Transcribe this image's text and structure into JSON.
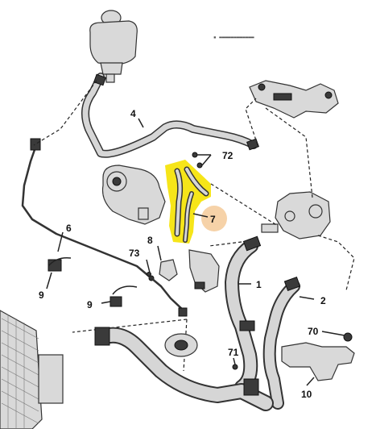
{
  "diagram": {
    "header_code": "▪ ▬▬▬▬▬▬▬▬▬▬▬▬",
    "highlight_colors": {
      "part": "#f5e200",
      "callout_circle": "#f6d2a8"
    },
    "callouts": [
      {
        "id": "1",
        "label": "1"
      },
      {
        "id": "2",
        "label": "2"
      },
      {
        "id": "4",
        "label": "4"
      },
      {
        "id": "6",
        "label": "6"
      },
      {
        "id": "7",
        "label": "7"
      },
      {
        "id": "8",
        "label": "8"
      },
      {
        "id": "9a",
        "label": "9"
      },
      {
        "id": "9b",
        "label": "9"
      },
      {
        "id": "10",
        "label": "10"
      },
      {
        "id": "70",
        "label": "70"
      },
      {
        "id": "71",
        "label": "71"
      },
      {
        "id": "72",
        "label": "72"
      },
      {
        "id": "73",
        "label": "73"
      }
    ]
  }
}
